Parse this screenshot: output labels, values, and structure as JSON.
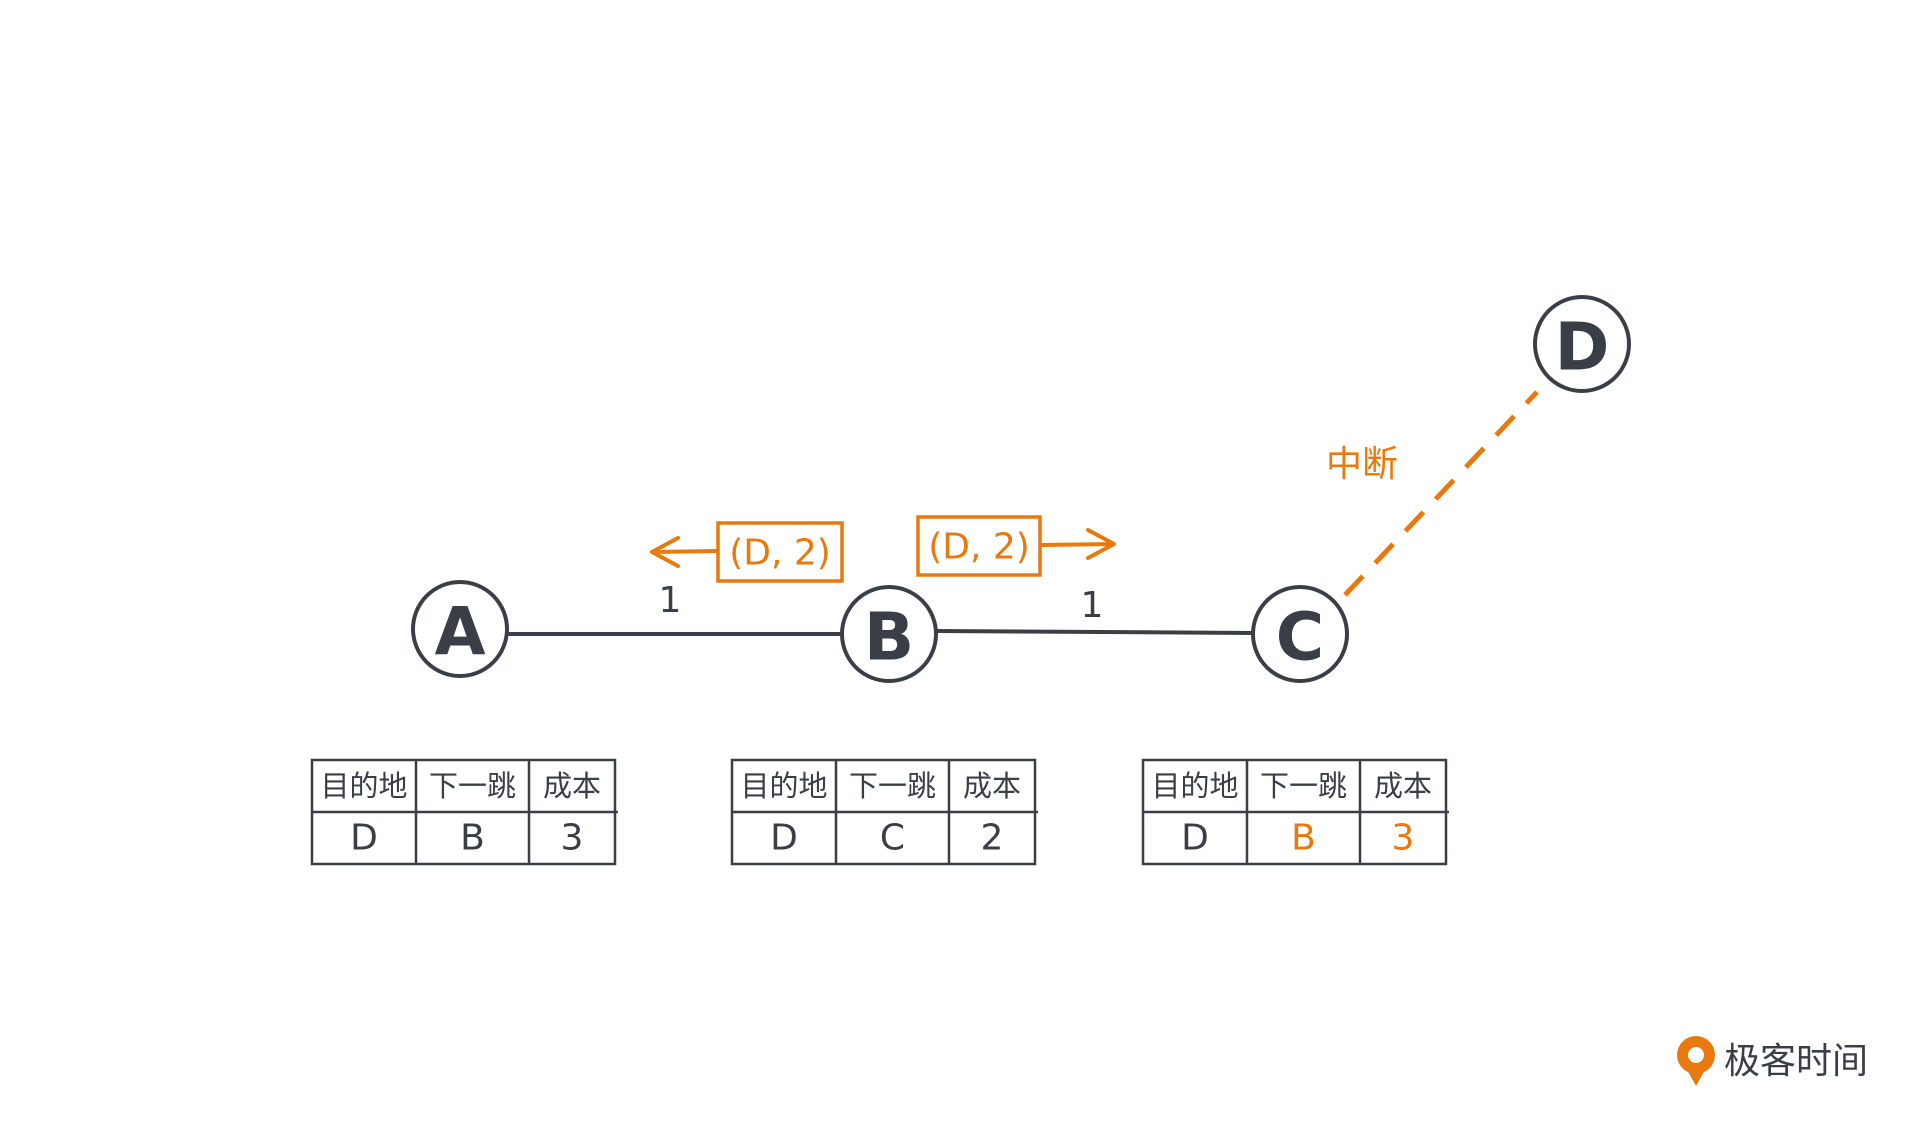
{
  "colors": {
    "ink": "#3a3f47",
    "accent": "#e8790e"
  },
  "nodes": [
    {
      "id": "A",
      "label": "A"
    },
    {
      "id": "B",
      "label": "B"
    },
    {
      "id": "C",
      "label": "C"
    },
    {
      "id": "D",
      "label": "D"
    }
  ],
  "links": [
    {
      "from": "A",
      "to": "B",
      "cost": "1",
      "state": "up"
    },
    {
      "from": "B",
      "to": "C",
      "cost": "1",
      "state": "up"
    },
    {
      "from": "C",
      "to": "D",
      "cost": "",
      "state": "down",
      "state_label": "中断"
    }
  ],
  "messages": [
    {
      "text": "(D, 2)",
      "from": "B",
      "direction": "to-A"
    },
    {
      "text": "(D, 2)",
      "from": "B",
      "direction": "to-C"
    }
  ],
  "table_headers": [
    "目的地",
    "下一跳",
    "成本"
  ],
  "routing_tables": [
    {
      "node": "A",
      "rows": [
        {
          "dest": "D",
          "next": "B",
          "cost": "3",
          "highlight": false
        }
      ]
    },
    {
      "node": "B",
      "rows": [
        {
          "dest": "D",
          "next": "C",
          "cost": "2",
          "highlight": false
        }
      ]
    },
    {
      "node": "C",
      "rows": [
        {
          "dest": "D",
          "next": "B",
          "cost": "3",
          "highlight": true
        }
      ]
    }
  ],
  "watermark": {
    "text": "极客时间"
  }
}
